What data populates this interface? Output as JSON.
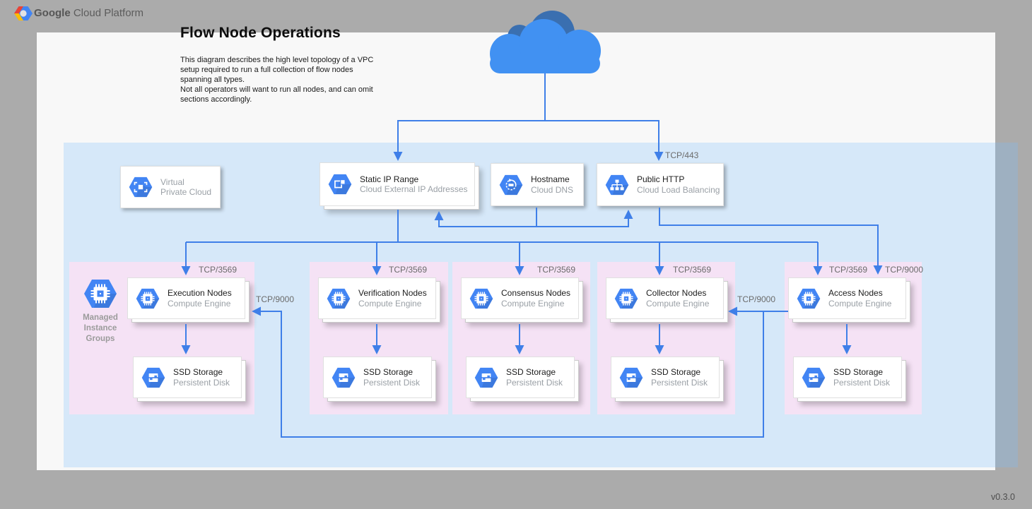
{
  "header": {
    "brand_bold": "Google",
    "brand_rest": "Cloud Platform"
  },
  "title": "Flow Node Operations",
  "description": "This diagram describes the high level topology of a VPC setup required to run a full collection of flow nodes spanning all types.\nNot all operators will want to run all nodes, and can omit sections accordingly.",
  "version": "v0.3.0",
  "vpc_box": {
    "line1": "Virtual",
    "line2": "Private Cloud",
    "icon": "vpc-icon"
  },
  "top_boxes": {
    "static_ip": {
      "title": "Static IP Range",
      "subtitle": "Cloud External IP Addresses",
      "icon": "external-ip-icon"
    },
    "hostname": {
      "title": "Hostname",
      "subtitle": "Cloud DNS",
      "icon": "cloud-dns-icon"
    },
    "public_http": {
      "title": "Public HTTP",
      "subtitle": "Cloud Load Balancing",
      "icon": "load-balancer-icon"
    }
  },
  "mig_label": "Managed\nInstance\nGroups",
  "groups": [
    {
      "name": "execution",
      "node_title": "Execution Nodes",
      "node_subtitle": "Compute Engine",
      "storage_title": "SSD Storage",
      "storage_subtitle": "Persistent Disk",
      "port": "TCP/3569"
    },
    {
      "name": "verification",
      "node_title": "Verification Nodes",
      "node_subtitle": "Compute Engine",
      "storage_title": "SSD Storage",
      "storage_subtitle": "Persistent Disk",
      "port": "TCP/3569"
    },
    {
      "name": "consensus",
      "node_title": "Consensus Nodes",
      "node_subtitle": "Compute Engine",
      "storage_title": "SSD Storage",
      "storage_subtitle": "Persistent Disk",
      "port": "TCP/3569"
    },
    {
      "name": "collector",
      "node_title": "Collector Nodes",
      "node_subtitle": "Compute Engine",
      "storage_title": "SSD Storage",
      "storage_subtitle": "Persistent Disk",
      "port": "TCP/3569"
    },
    {
      "name": "access",
      "node_title": "Access Nodes",
      "node_subtitle": "Compute Engine",
      "storage_title": "SSD Storage",
      "storage_subtitle": "Persistent Disk",
      "port": "TCP/3569",
      "port2": "TCP/9000"
    }
  ],
  "edge_labels": {
    "https": "TCP/443",
    "to_execution": "TCP/9000",
    "to_collector": "TCP/9000"
  },
  "icons": [
    "gcp-logo-icon",
    "cloud-icon",
    "vpc-icon",
    "external-ip-icon",
    "cloud-dns-icon",
    "load-balancer-icon",
    "compute-engine-icon",
    "persistent-disk-icon"
  ],
  "colors": {
    "accent": "#4285f4",
    "connector": "#3f7fe8",
    "vpc_region": "#d9e9fb",
    "group_bg": "#f5e2f5",
    "canvas": "#f8f8f8",
    "background": "#ababab"
  }
}
